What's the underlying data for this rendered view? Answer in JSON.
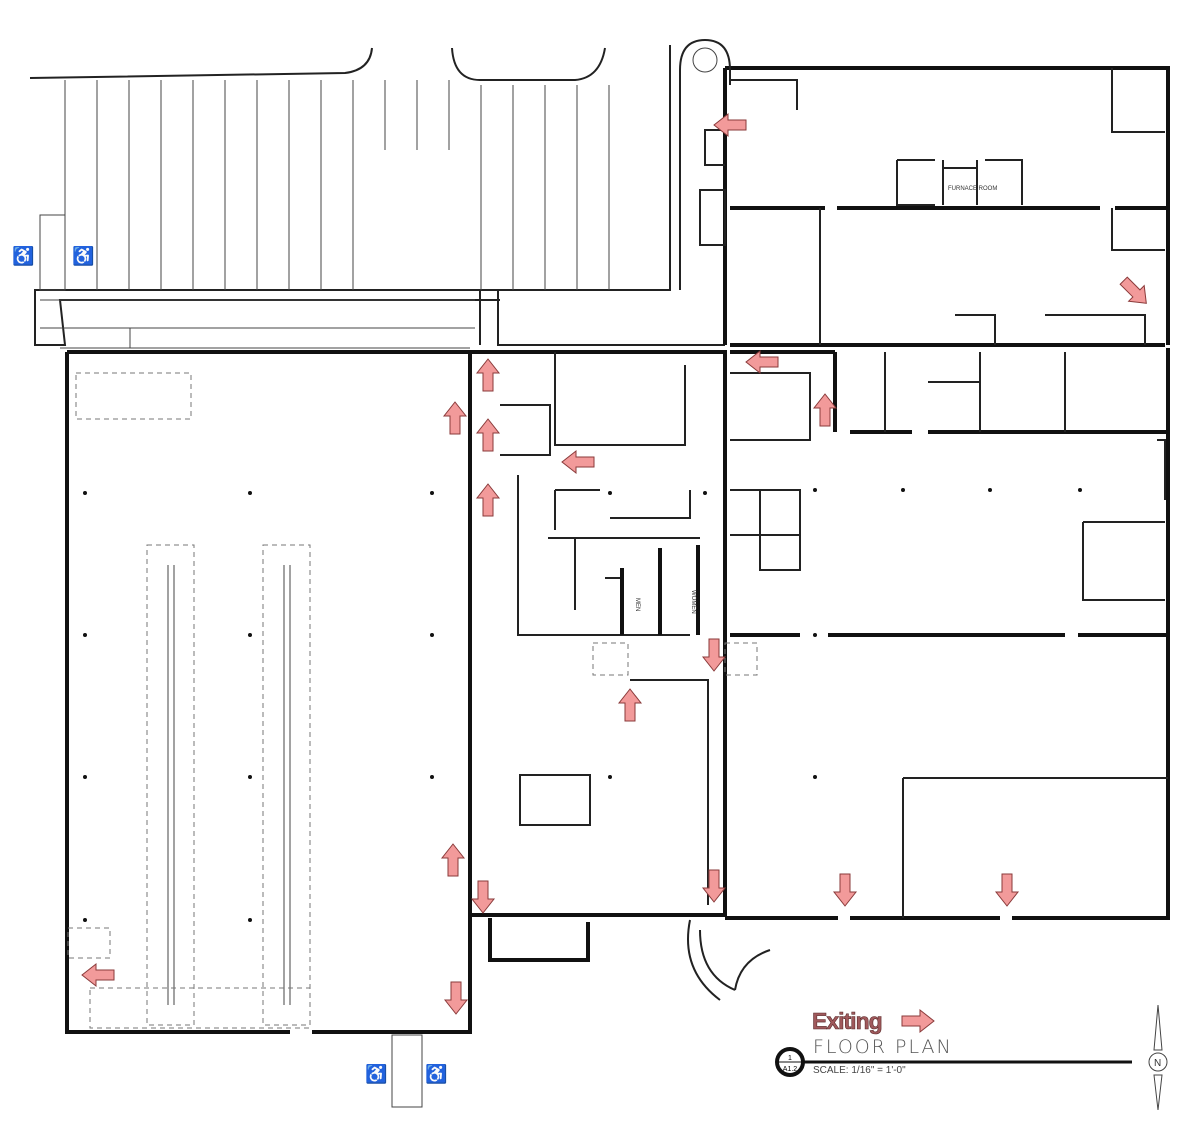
{
  "plan": {
    "room_label_furnace": "FURNACE ROOM",
    "room_label_men": "MEN",
    "room_label_women": "WOMEN"
  },
  "legend": {
    "exiting_label": "Exiting",
    "title": "FLOOR PLAN",
    "scale": "SCALE: 1/16\" = 1'-0\"",
    "detail_number": "1",
    "sheet_number": "A1.2",
    "north_label": "N"
  },
  "colors": {
    "exit_arrow": "#f29a9a",
    "exit_arrow_stroke": "#8a3a3a",
    "wall": "#111111"
  },
  "icons": [
    "exit-arrow-icon",
    "accessible-parking-icon",
    "north-arrow-icon",
    "section-marker-icon"
  ]
}
